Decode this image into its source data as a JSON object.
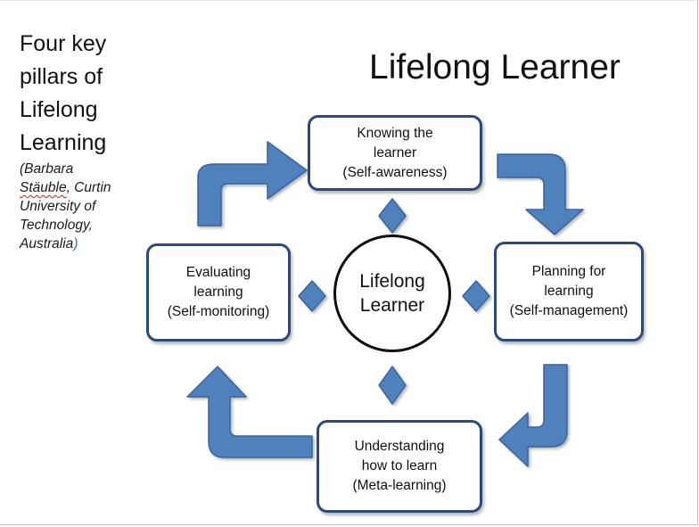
{
  "side_title": {
    "lines": [
      "Four key",
      "pillars of",
      "Lifelong",
      "Learning"
    ]
  },
  "source": {
    "author_first": "(Barbara",
    "author_last": "Stäuble",
    "rest_line2": ", Curtin",
    "line3": "University of",
    "line4": "Technology,",
    "line5": "Australia",
    "closing_paren": ")"
  },
  "main_title": "Lifelong Learner",
  "center": {
    "lines": [
      "Lifelong",
      "Learner"
    ]
  },
  "pillars": {
    "top": {
      "lines": [
        "Knowing the",
        "learner",
        "(Self-awareness)"
      ]
    },
    "right": {
      "lines": [
        "Planning for",
        "learning",
        "(Self-management)"
      ]
    },
    "bottom": {
      "lines": [
        "Understanding",
        "how to learn",
        "(Meta-learning)"
      ]
    },
    "left": {
      "lines": [
        "Evaluating",
        "learning",
        "(Self-monitoring)"
      ]
    }
  },
  "colors": {
    "arrow_fill": "#4f81bd",
    "arrow_stroke": "#3a649a",
    "box_border": "#2a4a78",
    "diamond_fill": "#4f81bd",
    "circle_border": "#0d0d0d"
  },
  "icons": {
    "connector_arrow": "curved-arrow-icon",
    "connector_diamond": "diamond-icon"
  }
}
